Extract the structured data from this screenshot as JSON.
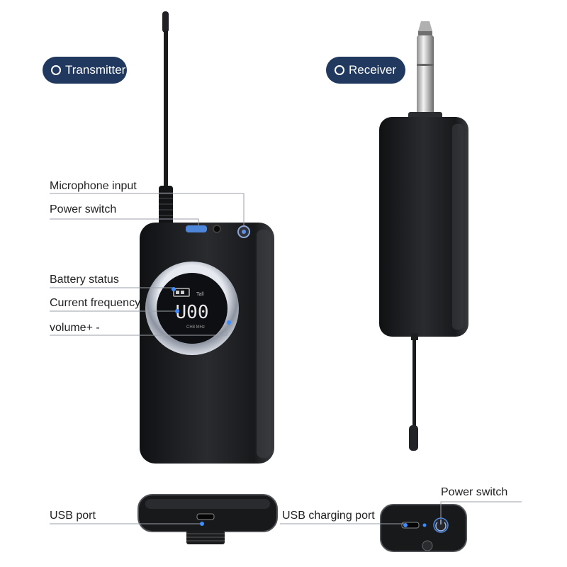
{
  "badges": {
    "transmitter": "Transmitter",
    "receiver": "Receiver"
  },
  "labels": {
    "microphone_input": "Microphone input",
    "power_switch_tx": "Power switch",
    "battery_status": "Battery status",
    "current_frequency": "Current frequency",
    "volume": "volume+ -",
    "usb_port": "USB port",
    "usb_charging_port": "USB charging port",
    "power_switch_rx": "Power switch"
  },
  "display": {
    "frequency_digits": "U00",
    "unit_text": "CH8 MHz"
  },
  "colors": {
    "badge_bg": "#21395e",
    "device_body": "#1c1d20",
    "led_blue": "#3f8cff"
  }
}
